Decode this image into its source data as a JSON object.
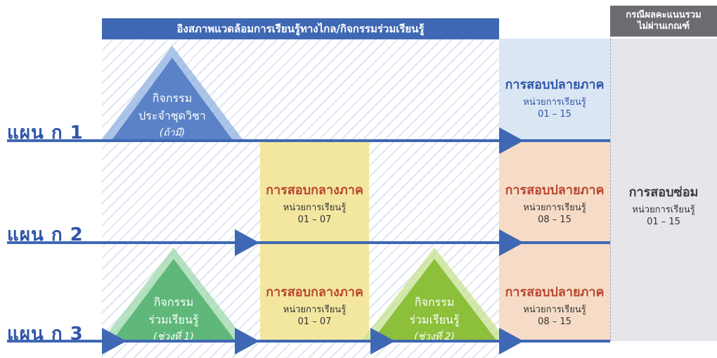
{
  "header": {
    "main": "อิงสภาพแวดล้อมการเรียนรู้ทางไกล/กิจกรรมร่วมเรียนรู้",
    "remedial_line1": "กรณีผลคะแนนรวม",
    "remedial_line2": "ไม่ผ่านเกณฑ์"
  },
  "plans": [
    {
      "label": "แผน ก 1"
    },
    {
      "label": "แผน ก 2"
    },
    {
      "label": "แผน ก 3"
    }
  ],
  "activities": {
    "plan1": {
      "line1": "กิจกรรม",
      "line2": "ประจำชุดวิชา",
      "note": "(ถ้ามี)"
    },
    "plan3_first": {
      "line1": "กิจกรรม",
      "line2": "ร่วมเรียนรู้",
      "note": "(ช่วงที่ 1)"
    },
    "plan3_second": {
      "line1": "กิจกรรม",
      "line2": "ร่วมเรียนรู้",
      "note": "(ช่วงที่ 2)"
    }
  },
  "midterm": {
    "title": "การสอบกลางภาค",
    "sub": "หน่วยการเรียนรู้",
    "units": "01 – 07"
  },
  "final": {
    "title": "การสอบปลายภาค",
    "sub": "หน่วยการเรียนรู้",
    "units_plan1": "01 – 15",
    "units_plan2": "08 – 15",
    "units_plan3": "08 – 15"
  },
  "remedial": {
    "title": "การสอบซ่อม",
    "sub": "หน่วยการเรียนรู้",
    "units": "01 – 15"
  },
  "colors": {
    "blue": "#3f68b4",
    "final_plan1_bg": "#dbe6f4",
    "final_other_bg": "#f6dcc6",
    "midterm_bg": "#f3e7a0",
    "remedial_bg": "#e6e6ea",
    "plan1_triangle": "#5b82c6",
    "plan3_triangle1": "#5fb87a",
    "plan3_triangle2": "#8cbf3a"
  }
}
